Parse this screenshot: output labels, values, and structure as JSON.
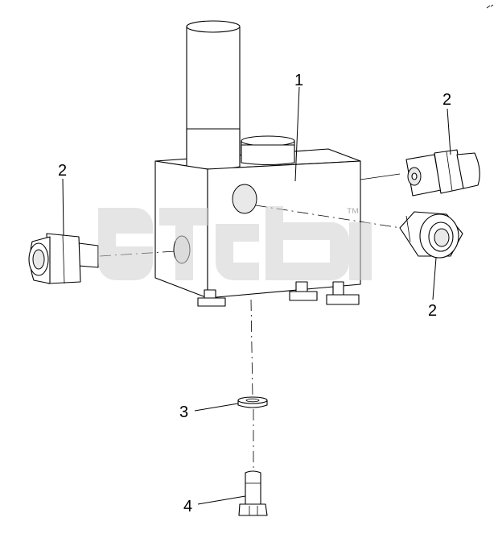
{
  "diagram": {
    "callouts": {
      "valve_block": "1",
      "fitting_right_top": "2",
      "fitting_left": "2",
      "fitting_right_bottom": "2",
      "washer": "3",
      "bolt": "4"
    },
    "watermark": {
      "mark": "™"
    }
  }
}
